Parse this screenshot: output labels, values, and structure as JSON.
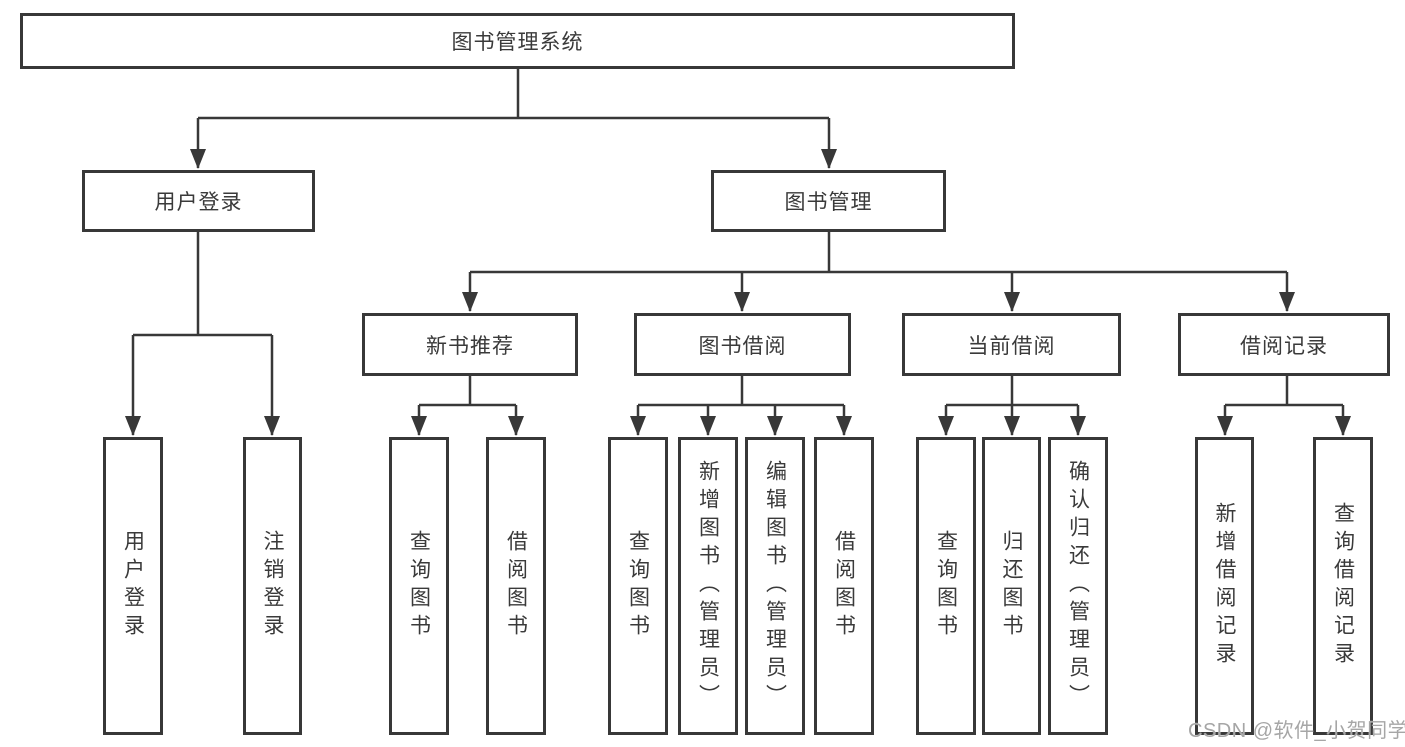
{
  "diagram": {
    "root": {
      "label": "图书管理系统"
    },
    "branches": [
      {
        "label": "用户登录",
        "children": [
          {
            "label": "用户登录"
          },
          {
            "label": "注销登录"
          }
        ]
      },
      {
        "label": "图书管理",
        "children": [
          {
            "label": "新书推荐",
            "children": [
              {
                "label": "查询图书"
              },
              {
                "label": "借阅图书"
              }
            ]
          },
          {
            "label": "图书借阅",
            "children": [
              {
                "label": "查询图书"
              },
              {
                "label": "新增图书（管理员）"
              },
              {
                "label": "编辑图书（管理员）"
              },
              {
                "label": "借阅图书"
              }
            ]
          },
          {
            "label": "当前借阅",
            "children": [
              {
                "label": "查询图书"
              },
              {
                "label": "归还图书"
              },
              {
                "label": "确认归还（管理员）"
              }
            ]
          },
          {
            "label": "借阅记录",
            "children": [
              {
                "label": "新增借阅记录"
              },
              {
                "label": "查询借阅记录"
              }
            ]
          }
        ]
      }
    ]
  },
  "watermark": {
    "text": "CSDN @软件_小贺同学"
  },
  "colors": {
    "background": "#ffffff",
    "line": "#383838",
    "box_border": "#383838",
    "text": "#3a3a3a",
    "watermark": "#a6a6a6"
  }
}
